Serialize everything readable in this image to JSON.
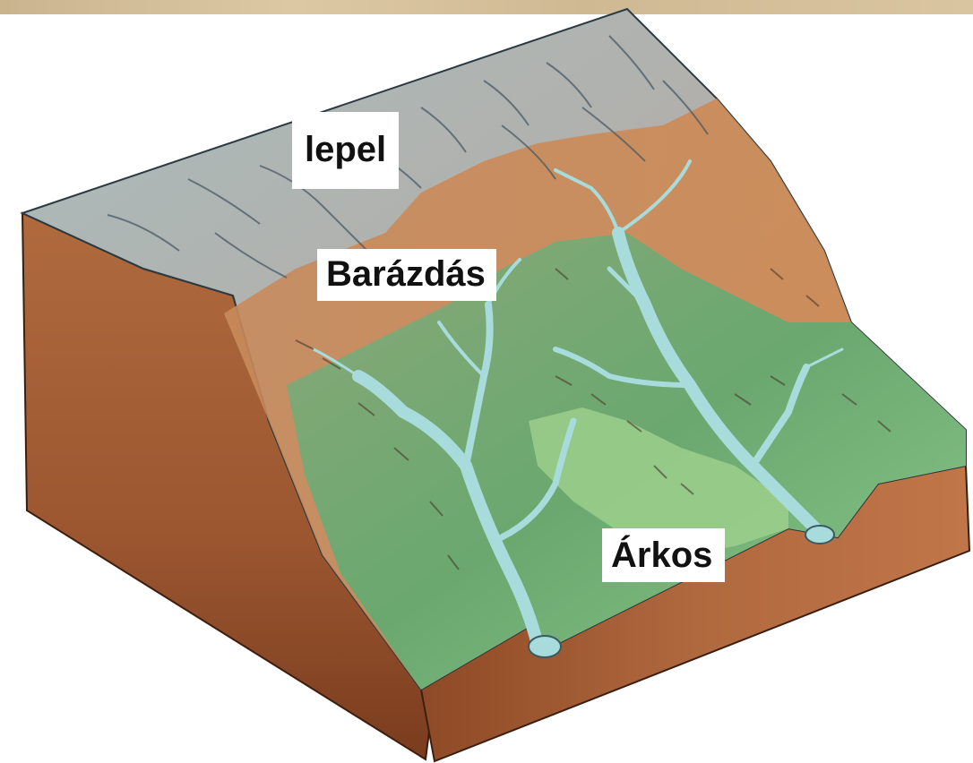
{
  "labels": {
    "sheet": "lepel",
    "rill": "Barázdás",
    "gully": "Árkos"
  },
  "colors": {
    "top_surface": "#a9b8b8",
    "eroded_brown": "#c98a5a",
    "green_slope": "#6fb07a",
    "channel_water": "#a8dcdc",
    "side_face_dark": "#8a4a2a",
    "side_face_light": "#c27a4c",
    "frame": "#d6c29c"
  },
  "icons": [
    "erosion-block-illustration"
  ]
}
